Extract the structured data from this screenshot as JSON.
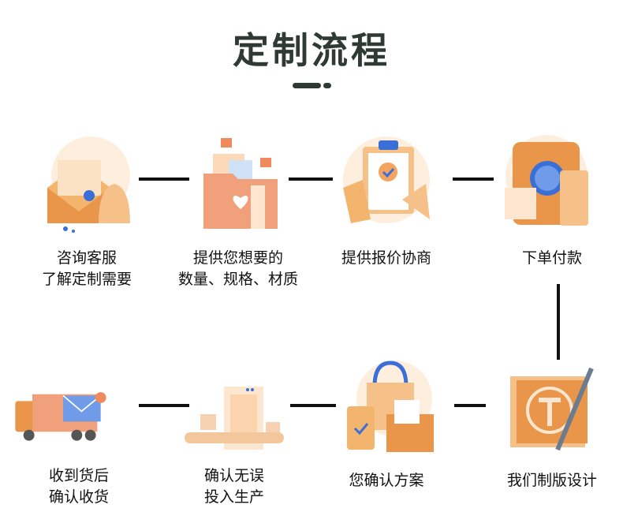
{
  "title": "定制流程",
  "accent_colors": {
    "title": "#2f3a33",
    "orange": "#f0a060",
    "light": "#fbe3cc",
    "blue": "#3a6fd8"
  },
  "steps": [
    {
      "icon": "envelope-bell-icon",
      "line1": "咨询客服",
      "line2": "了解定制需要"
    },
    {
      "icon": "folder-heart-icon",
      "line1": "提供您想要的",
      "line2": "数量、规格、材质"
    },
    {
      "icon": "clipboard-megaphone-icon",
      "line1": "提供报价协商",
      "line2": ""
    },
    {
      "icon": "payment-terminal-icon",
      "line1": "下单付款",
      "line2": ""
    },
    {
      "icon": "design-ruler-pen-icon",
      "line1": "我们制版设计",
      "line2": ""
    },
    {
      "icon": "shopping-bag-box-icon",
      "line1": "您确认方案",
      "line2": ""
    },
    {
      "icon": "factory-conveyor-icon",
      "line1": "确认无误",
      "line2": "投入生产"
    },
    {
      "icon": "delivery-truck-icon",
      "line1": "收到货后",
      "line2": "确认收货"
    }
  ]
}
